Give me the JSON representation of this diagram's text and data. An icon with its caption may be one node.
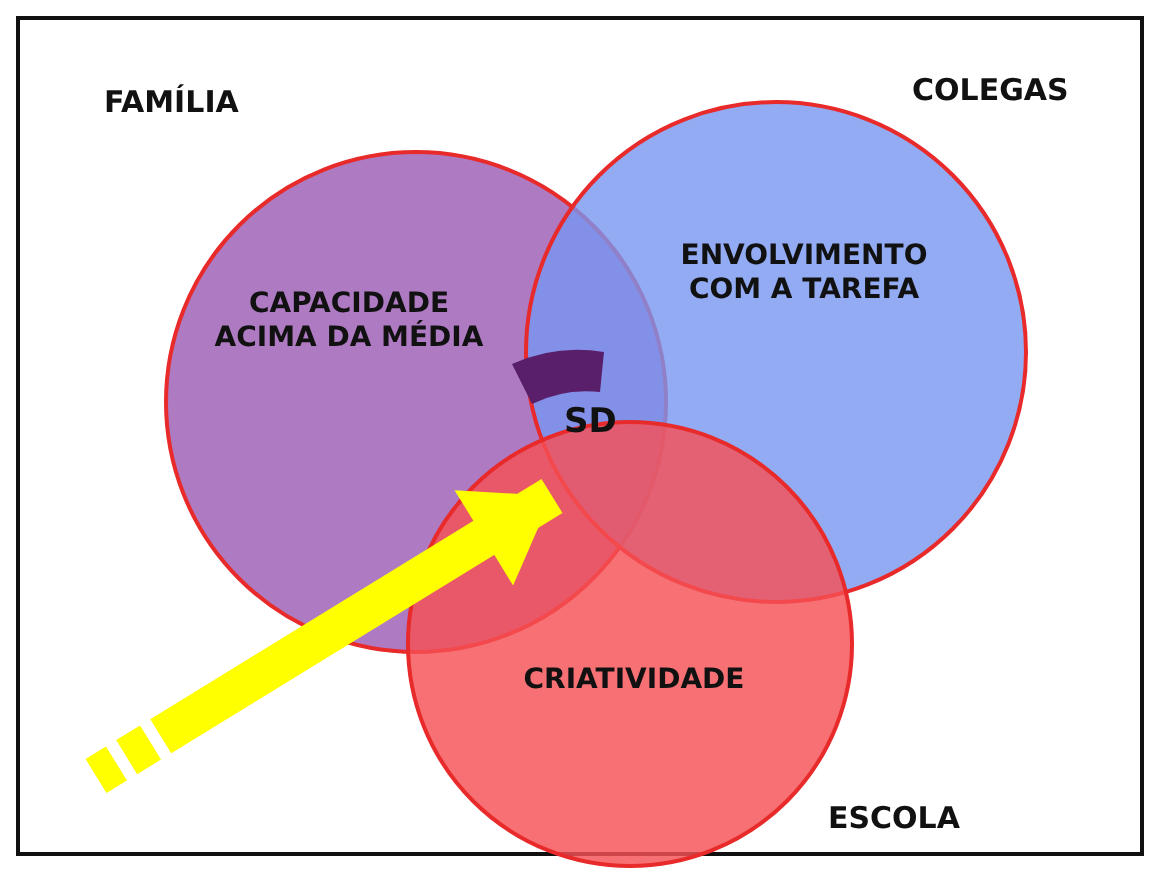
{
  "diagram": {
    "nodes": [
      {
        "text": [
          "CAPACIDADE ACIMA DA MÉDIA"
        ]
      },
      {
        "text": [
          "ENVOLVIMENTO COM A TAREFA"
        ]
      },
      {
        "text": [
          "CRIATIVIDADE"
        ]
      },
      {
        "text": [
          "SD"
        ]
      }
    ],
    "edges": [
      {
        "from": null,
        "to": 3,
        "arrow": "to"
      }
    ],
    "labels": [
      "FAMÍLIA",
      "COLEGAS",
      "ESCOLA"
    ]
  }
}
